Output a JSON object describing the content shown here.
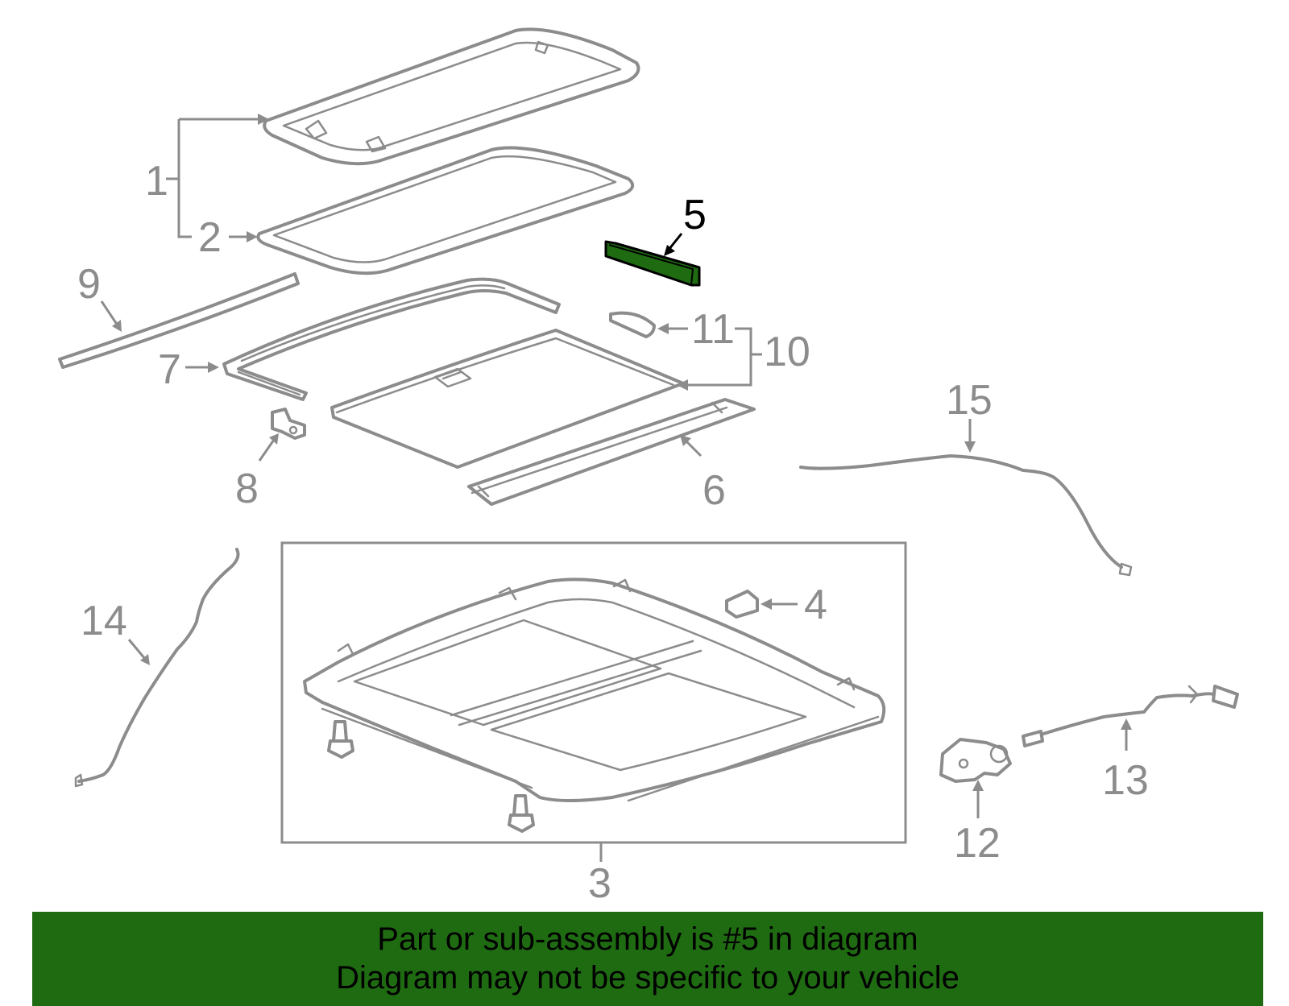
{
  "callouts": {
    "c1": "1",
    "c2": "2",
    "c3": "3",
    "c4": "4",
    "c5": "5",
    "c6": "6",
    "c7": "7",
    "c8": "8",
    "c9": "9",
    "c10": "10",
    "c11": "11",
    "c12": "12",
    "c13": "13",
    "c14": "14",
    "c15": "15"
  },
  "highlighted_part": "5",
  "colors": {
    "highlight": "#1f6b12",
    "line": "#8c8c8c",
    "banner": "#1f6b12"
  },
  "banner": {
    "line1": "Part or sub-assembly is #5 in diagram",
    "line2": "Diagram may not be specific to your vehicle"
  }
}
